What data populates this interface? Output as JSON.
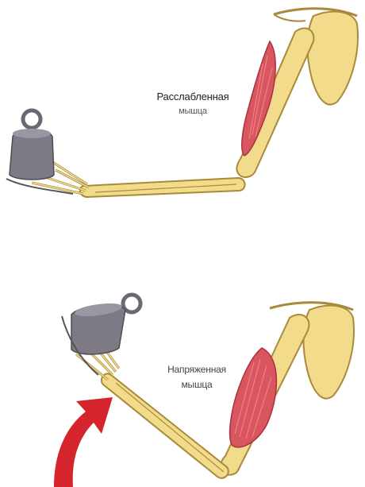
{
  "top": {
    "label_line1": "Расслабленная",
    "label_line2": "мышца"
  },
  "bottom": {
    "label_line1": "Напряженная",
    "label_line2": "мышца"
  },
  "colors": {
    "bone": "#f2dc8c",
    "bone_outline": "#a88a3a",
    "muscle": "#d9555f",
    "muscle_dark": "#a8323c",
    "weight": "#7d7a85",
    "arrow": "#d6242c"
  }
}
